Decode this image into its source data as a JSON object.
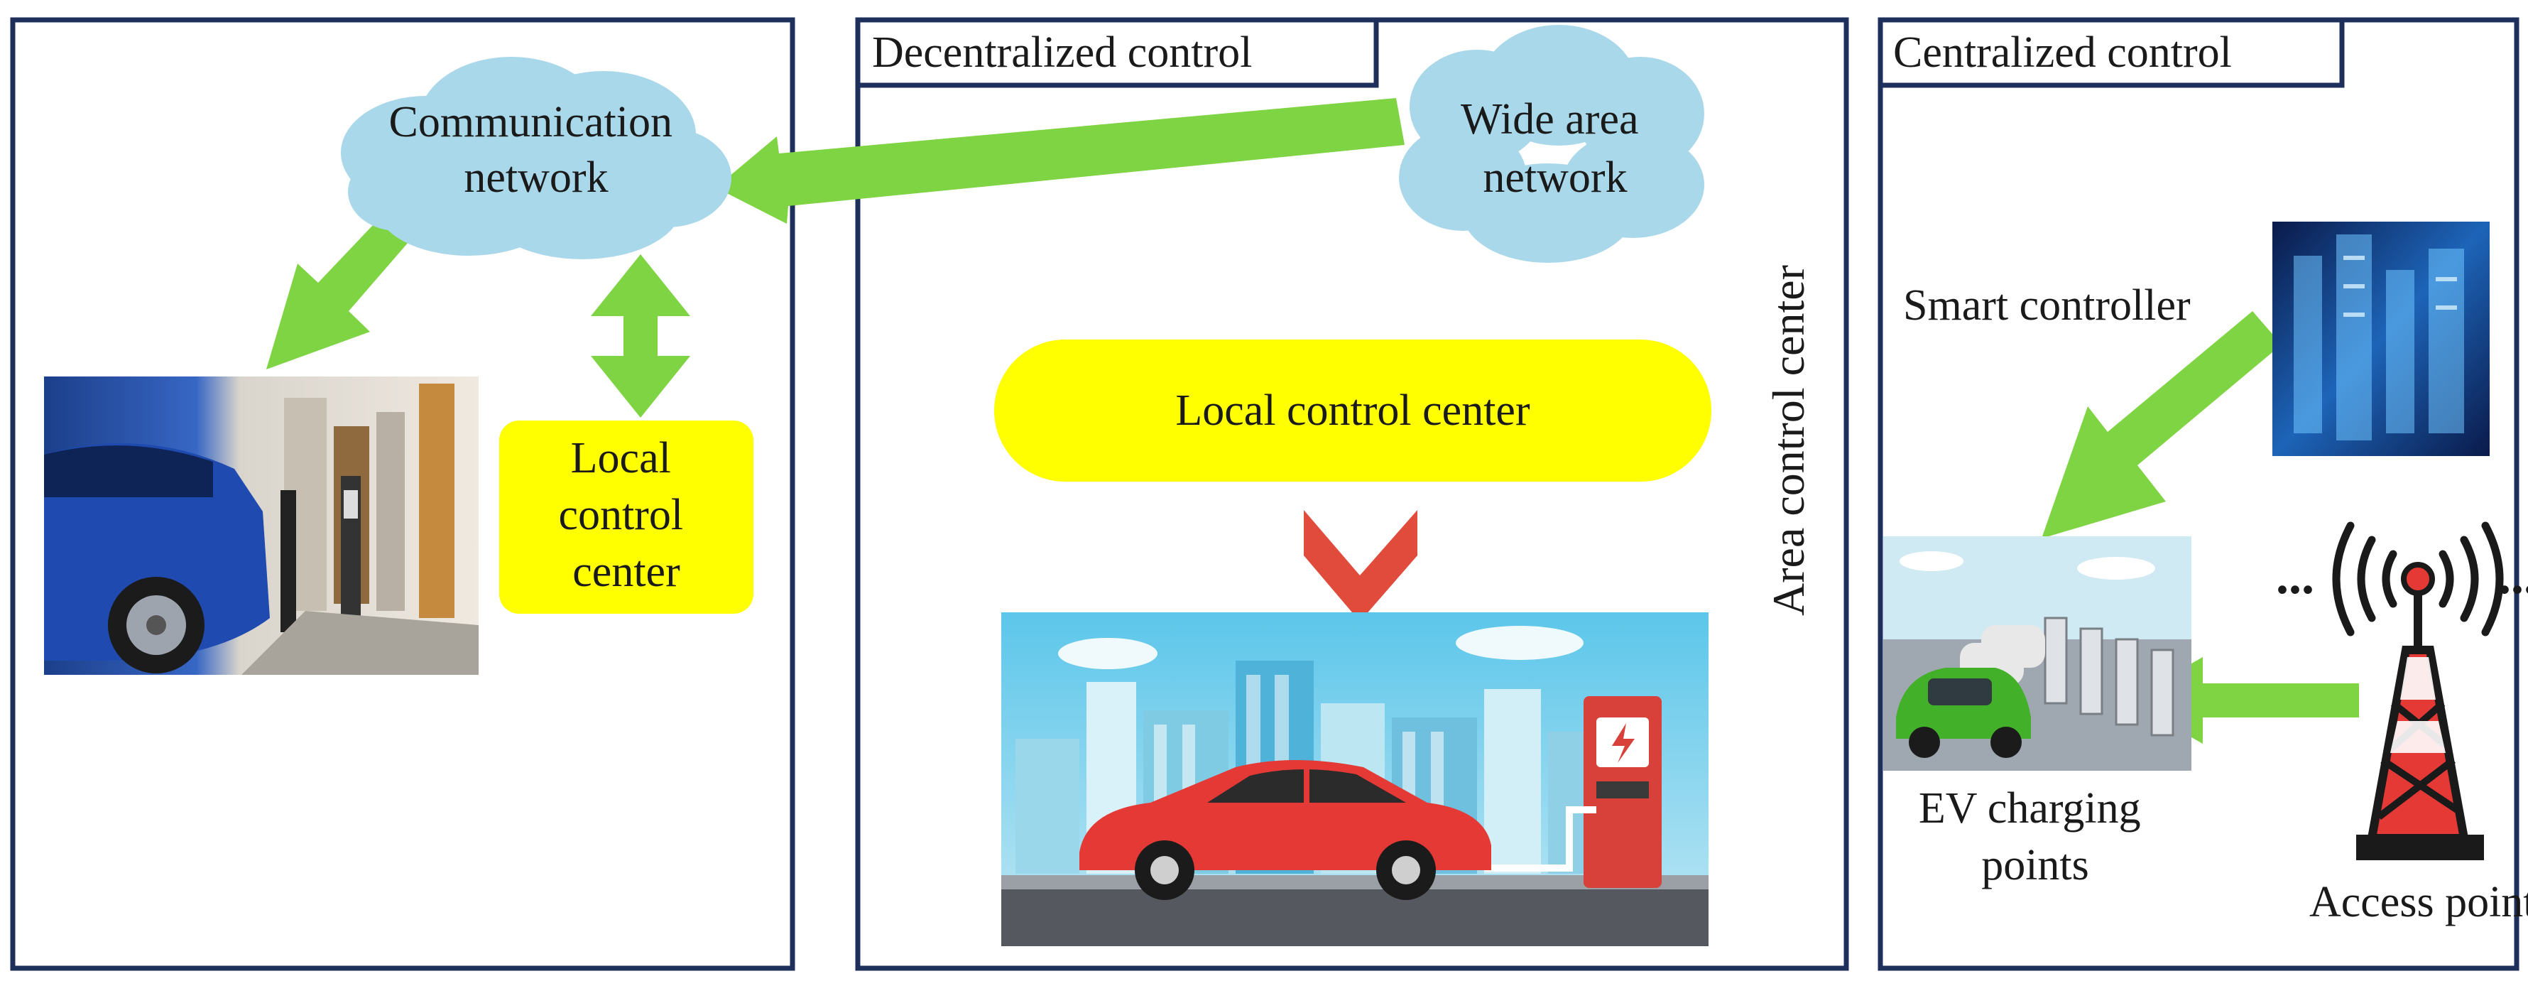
{
  "panels": {
    "left": {
      "title": ""
    },
    "middle": {
      "title": "Decentralized control",
      "side_label": "Area control center"
    },
    "right": {
      "title": "Centralized control"
    }
  },
  "nodes": {
    "communication_network": {
      "line1": "Communication",
      "line2": "network"
    },
    "wide_area_network": {
      "line1": "Wide area",
      "line2": "network"
    },
    "local_control_left": {
      "line1": "Local",
      "line2": "control",
      "line3": "center"
    },
    "local_control_middle": {
      "label": "Local control center"
    },
    "smart_controller": {
      "label": "Smart controller"
    },
    "ev_charging_points": {
      "line1": "EV charging",
      "line2": "points"
    },
    "access_point": {
      "label": "Access point",
      "dots_left": "...",
      "dots_right": "..."
    }
  },
  "colors": {
    "border": "#1f2f5c",
    "arrow_green": "#7ed442",
    "cloud": "#a9d8ea",
    "yellow_box": "#ffff00",
    "red_chevron": "#e04b3c"
  },
  "icons": [
    "cloud-icon",
    "ev-photo",
    "city-ev-illustration",
    "server-icon",
    "parking-lot-illustration",
    "tower-icon"
  ]
}
